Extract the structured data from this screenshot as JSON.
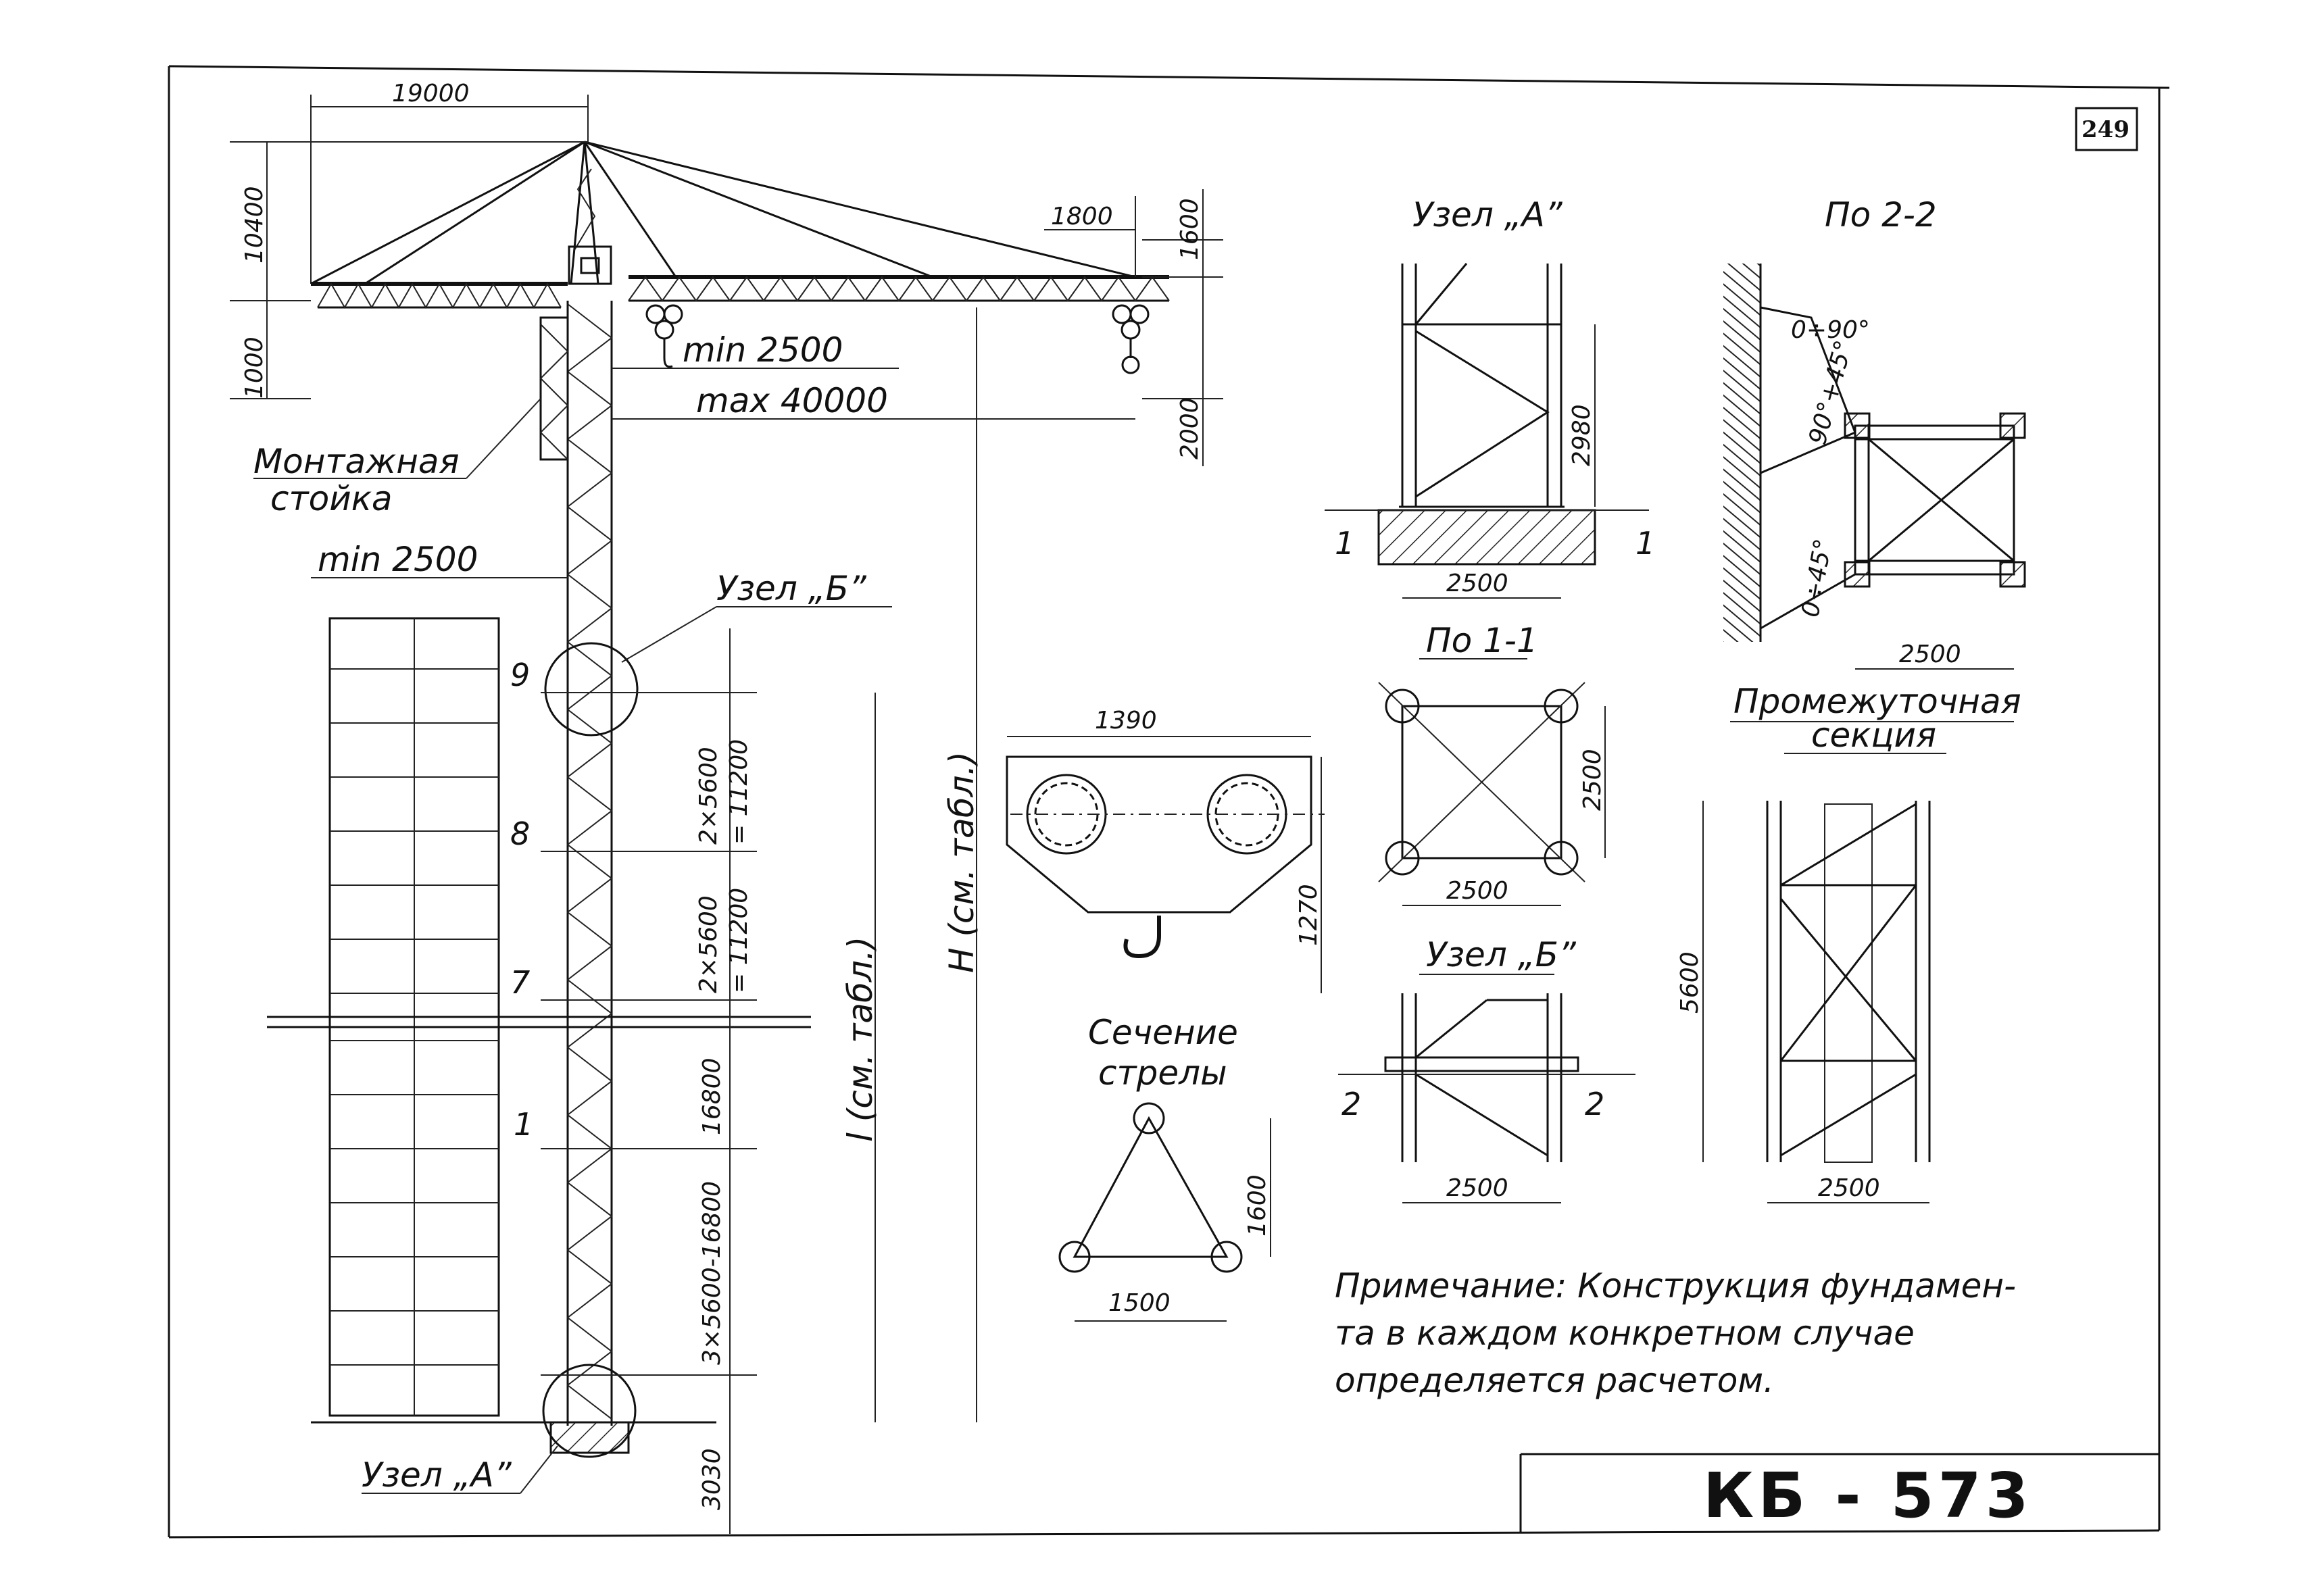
{
  "sheet": {
    "page_number": "249",
    "title": "КБ - 573"
  },
  "crane": {
    "dims": {
      "counter_jib_length": "19000",
      "head_height": "10400",
      "below_jib": "1000",
      "hook_offset": "1800",
      "jib_end_height": "1600",
      "hook_drop": "2000",
      "min_reach": "min 2500",
      "max_reach": "max 40000",
      "building_clearance": "min 2500",
      "section_9_8": "2×5600",
      "section_9_8_total": "= 11200",
      "section_8_7": "2×5600",
      "section_8_7_total": "= 11200",
      "section_7_1": "16800",
      "section_1_base": "3×5600-16800",
      "base_height": "3030",
      "hook_height": "l (см. табл.)",
      "total_height": "H (см. табл.)"
    },
    "labels": {
      "assembly_rack_line1": "Монтажная",
      "assembly_rack_line2": "стойка",
      "node_b": "Узел „Б”",
      "node_a": "Узел „А”"
    },
    "section_marks": [
      "9",
      "8",
      "7",
      "1"
    ]
  },
  "jib_section": {
    "title_line1": "Сечение",
    "title_line2": "стрелы",
    "width": "1390",
    "height": "1270",
    "triangle_height": "1600",
    "triangle_base": "1500"
  },
  "node_a_detail": {
    "title": "Узел „А”",
    "height": "2980",
    "width": "2500",
    "cut_left": "1",
    "cut_right": "1"
  },
  "section_1_1": {
    "title": "По 1-1",
    "width": "2500",
    "height": "2500"
  },
  "node_b_detail": {
    "title": "Узел „Б”",
    "width": "2500",
    "cut_left": "2",
    "cut_right": "2"
  },
  "section_2_2": {
    "title": "По 2-2",
    "angle_top": "0÷90°",
    "angle_mid": "90°+45°",
    "angle_bottom": "0÷45°",
    "width": "2500"
  },
  "intermediate_section": {
    "title_line1": "Промежуточная",
    "title_line2": "секция",
    "height": "5600",
    "width": "2500"
  },
  "note": {
    "line1": "Примечание: Конструкция фундамен-",
    "line2": "та в каждом конкретном случае",
    "line3": "определяется расчетом."
  }
}
